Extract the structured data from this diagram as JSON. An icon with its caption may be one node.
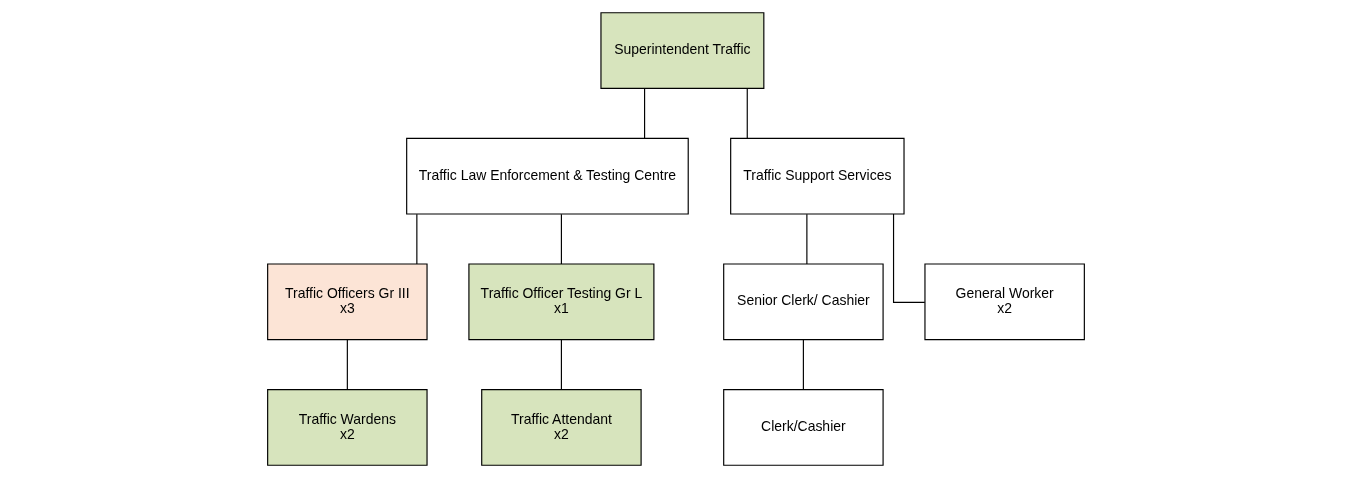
{
  "diagram": {
    "nodes": [
      {
        "text": [
          "Superintendent Traffic"
        ]
      },
      {
        "text": [
          "Traffic Law Enforcement & Testing Centre"
        ]
      },
      {
        "text": [
          "Traffic Support Services"
        ]
      },
      {
        "text": [
          "Traffic Officers Gr III",
          "x3"
        ]
      },
      {
        "text": [
          "Traffic Officer Testing Gr L",
          "x1"
        ]
      },
      {
        "text": [
          "Traffic Wardens",
          "x2"
        ]
      },
      {
        "text": [
          "Traffic Attendant",
          "x2"
        ]
      },
      {
        "text": [
          "Senior Clerk/ Cashier"
        ]
      },
      {
        "text": [
          "Clerk/Cashier"
        ]
      },
      {
        "text": [
          "General Worker",
          "x2"
        ]
      }
    ],
    "edges": [
      {
        "from": 0,
        "to": 1,
        "arrow": "none"
      },
      {
        "from": 0,
        "to": 2,
        "arrow": "none"
      },
      {
        "from": 1,
        "to": 3,
        "arrow": "none"
      },
      {
        "from": 1,
        "to": 4,
        "arrow": "none"
      },
      {
        "from": 3,
        "to": 5,
        "arrow": "none"
      },
      {
        "from": 4,
        "to": 6,
        "arrow": "none"
      },
      {
        "from": 2,
        "to": 7,
        "arrow": "none"
      },
      {
        "from": 2,
        "to": 9,
        "arrow": "none"
      },
      {
        "from": 7,
        "to": 8,
        "arrow": "none"
      }
    ]
  }
}
